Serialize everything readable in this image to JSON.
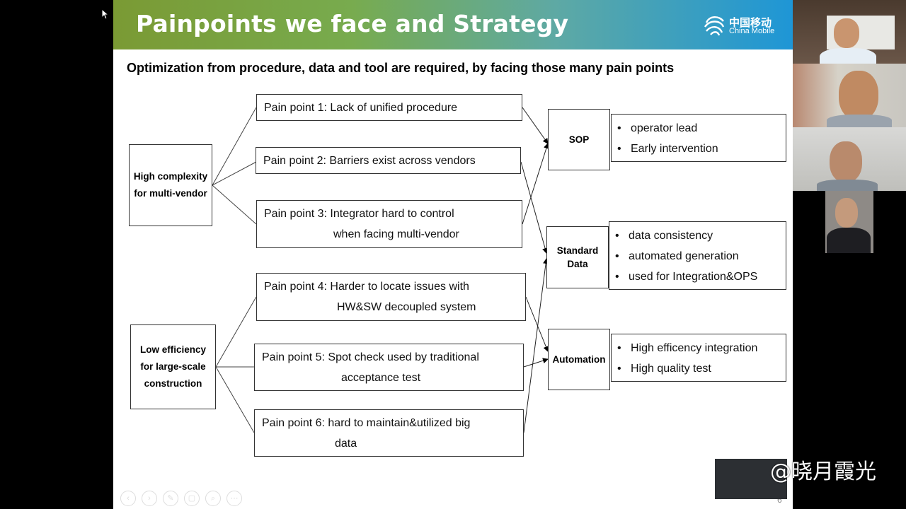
{
  "slide": {
    "title": "Painpoints we face and Strategy",
    "logo": {
      "cn": "中国移动",
      "en": "China Mobile"
    },
    "subtitle": "Optimization from procedure, data and tool are required, by facing those many pain points",
    "categories": [
      {
        "label": "High complexity for multi-vendor"
      },
      {
        "label": "Low efficiency for large-scale construction"
      }
    ],
    "pain_points": [
      {
        "prefix": "Pain point 1: ",
        "line1": "Lack of unified procedure",
        "line2": ""
      },
      {
        "prefix": "Pain point 2: ",
        "line1": "Barriers exist across vendors",
        "line2": ""
      },
      {
        "prefix": "Pain point 3: ",
        "line1": "Integrator hard to control",
        "line2": "when facing multi-vendor"
      },
      {
        "prefix": "Pain point 4: ",
        "line1": "Harder to locate issues with",
        "line2": "HW&SW decoupled system"
      },
      {
        "prefix": "Pain point 5:  ",
        "line1": "Spot check used by traditional",
        "line2": "acceptance test"
      },
      {
        "prefix": "Pain point 6:  ",
        "line1": "hard to maintain&utilized big",
        "line2": "data"
      }
    ],
    "strategies": [
      {
        "name": "SOP",
        "bullets": [
          "operator lead",
          "Early intervention"
        ]
      },
      {
        "name": "Standard Data",
        "bullets": [
          "data consistency",
          "automated generation",
          "used for Integration&OPS"
        ]
      },
      {
        "name": "Automation",
        "bullets": [
          "High efficency integration",
          "High quality test"
        ]
      }
    ],
    "page_number": "6"
  },
  "watermark": "@晓月霞光",
  "participants": [
    {
      "name": "participant-1"
    },
    {
      "name": "participant-2"
    },
    {
      "name": "participant-3"
    },
    {
      "name": "participant-4"
    }
  ],
  "icons": [
    "prev-icon",
    "next-icon",
    "pen-icon",
    "copy-icon",
    "zoom-icon",
    "more-icon",
    "cursor-icon"
  ]
}
